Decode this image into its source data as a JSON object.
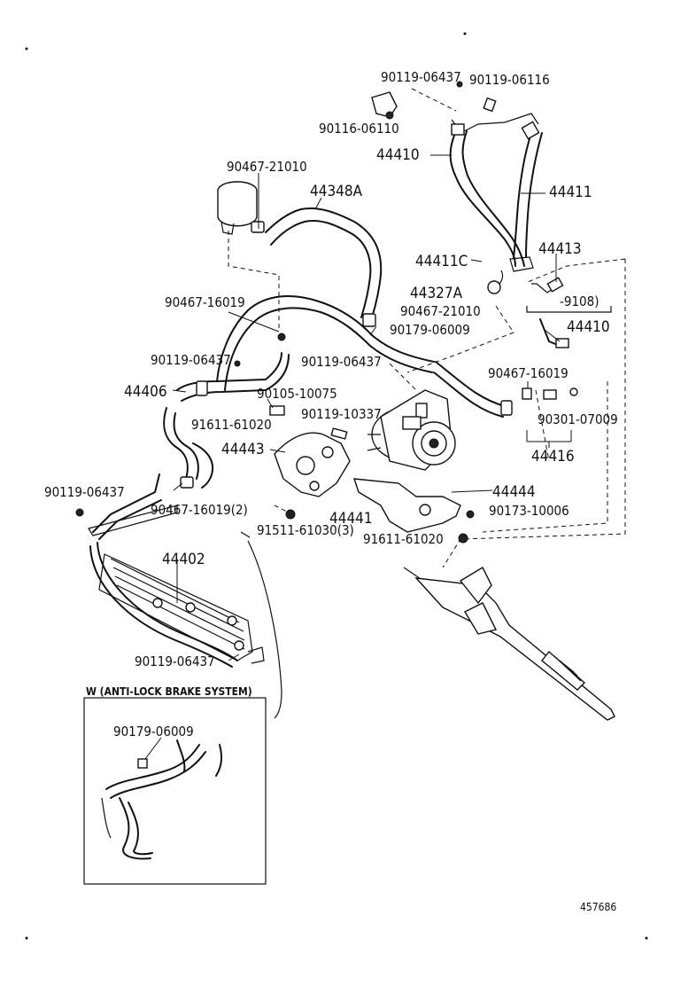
{
  "labels": {
    "p90119_06437_top": "90119-06437",
    "p90119_06116": "90119-06116",
    "p90116_06110": "90116-06110",
    "p44410_top": "44410",
    "p90467_21010_top": "90467-21010",
    "p44348A": "44348A",
    "p44411": "44411",
    "p44413": "44413",
    "p44411C": "44411C",
    "p44327A": "44327A",
    "p90467_21010_mid": "90467-21010",
    "p91080_range": "-9108)",
    "p44410_right": "44410",
    "p90467_16019_left": "90467-16019",
    "p90179_06009_mid": "90179-06009",
    "p90119_06437_left": "90119-06437",
    "p90119_06437_center": "90119-06437",
    "p44406": "44406",
    "p90105_10075": "90105-10075",
    "p90467_16019_right": "90467-16019",
    "p91611_61020_left": "91611-61020",
    "p90119_10337": "90119-10337",
    "p90301_07009": "90301-07009",
    "p44443": "44443",
    "p44416": "44416",
    "p90119_06437_lower": "90119-06437",
    "p44444": "44444",
    "p90467_16019_2": "90467-16019(2)",
    "p44441": "44441",
    "p90173_10006": "90173-10006",
    "p91511_61030_3": "91511-61030(3)",
    "p91611_61020_right": "91611-61020",
    "p44402": "44402",
    "p90119_06437_bottom": "90119-06437",
    "w_inset_title": "W (ANTI-LOCK BRAKE SYSTEM)",
    "p90179_06009_inset": "90179-06009",
    "figure_id": "457686"
  }
}
